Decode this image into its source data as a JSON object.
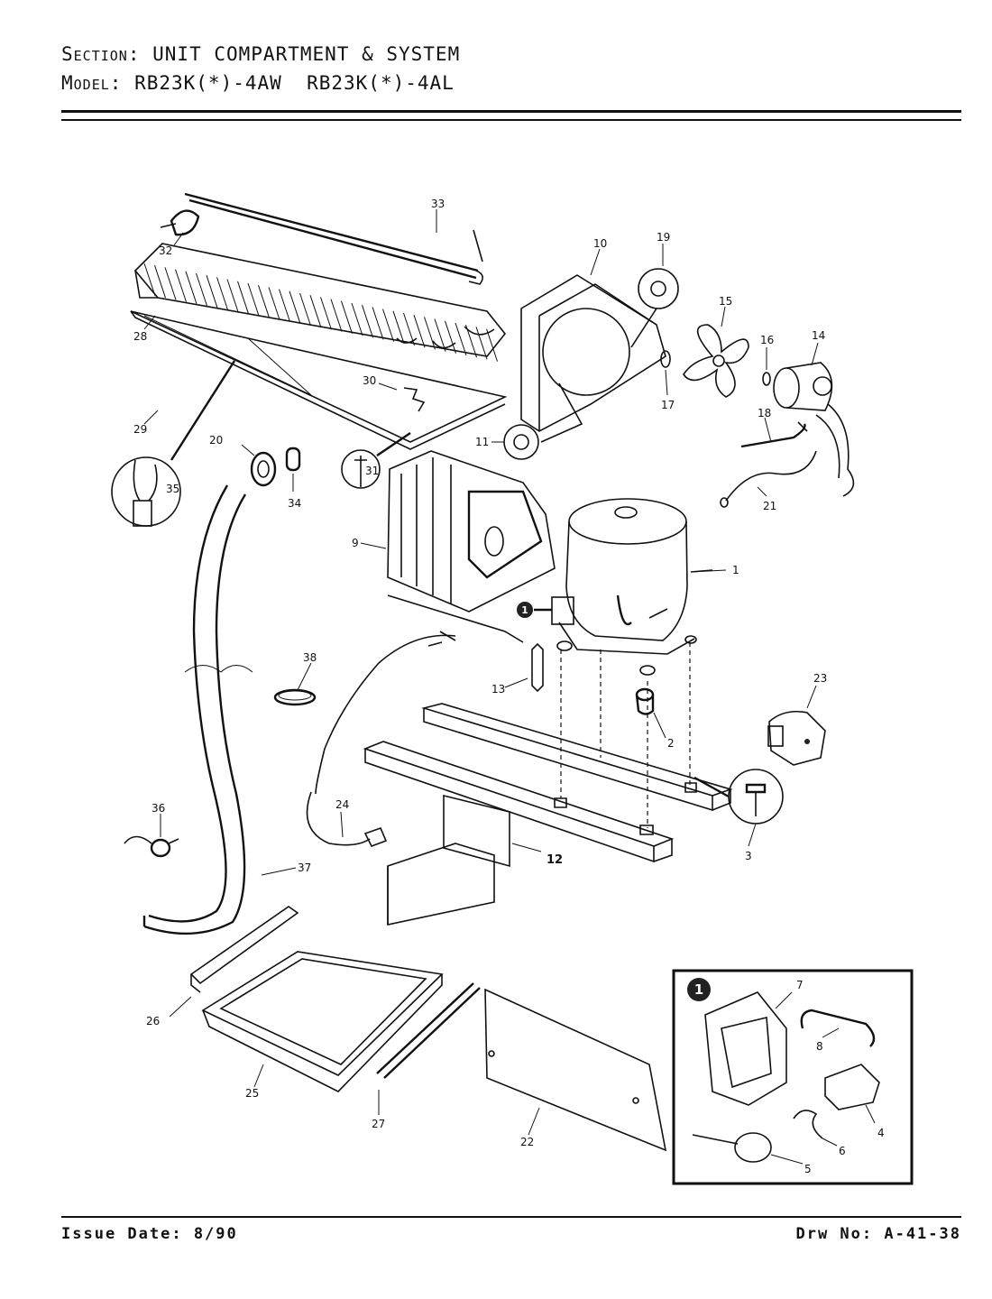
{
  "header": {
    "section_label": "Section:",
    "section_value": "UNIT COMPARTMENT & SYSTEM",
    "model_label": "Model:",
    "model_value": "RB23K(*)-4AW  RB23K(*)-4AL"
  },
  "footer": {
    "issue_date": "Issue Date: 8/90",
    "drawing_number": "Drw No: A-41-38"
  },
  "callouts": {
    "c1": "1",
    "c2": "2",
    "c3": "3",
    "c4": "4",
    "c5": "5",
    "c6": "6",
    "c7": "7",
    "c8": "8",
    "c9": "9",
    "c10": "10",
    "c11": "11",
    "c12": "12",
    "c13": "13",
    "c14": "14",
    "c15": "15",
    "c16": "16",
    "c17": "17",
    "c18": "18",
    "c19": "19",
    "c20": "20",
    "c21": "21",
    "c22": "22",
    "c23": "23",
    "c24": "24",
    "c25": "25",
    "c26": "26",
    "c27": "27",
    "c28": "28",
    "c29": "29",
    "c30": "30",
    "c31": "31",
    "c32": "32",
    "c33": "33",
    "c34": "34",
    "c35": "35",
    "c36": "36",
    "c37": "37",
    "c38": "38"
  },
  "inset": {
    "marker": "1"
  },
  "compressor_marker": "1"
}
